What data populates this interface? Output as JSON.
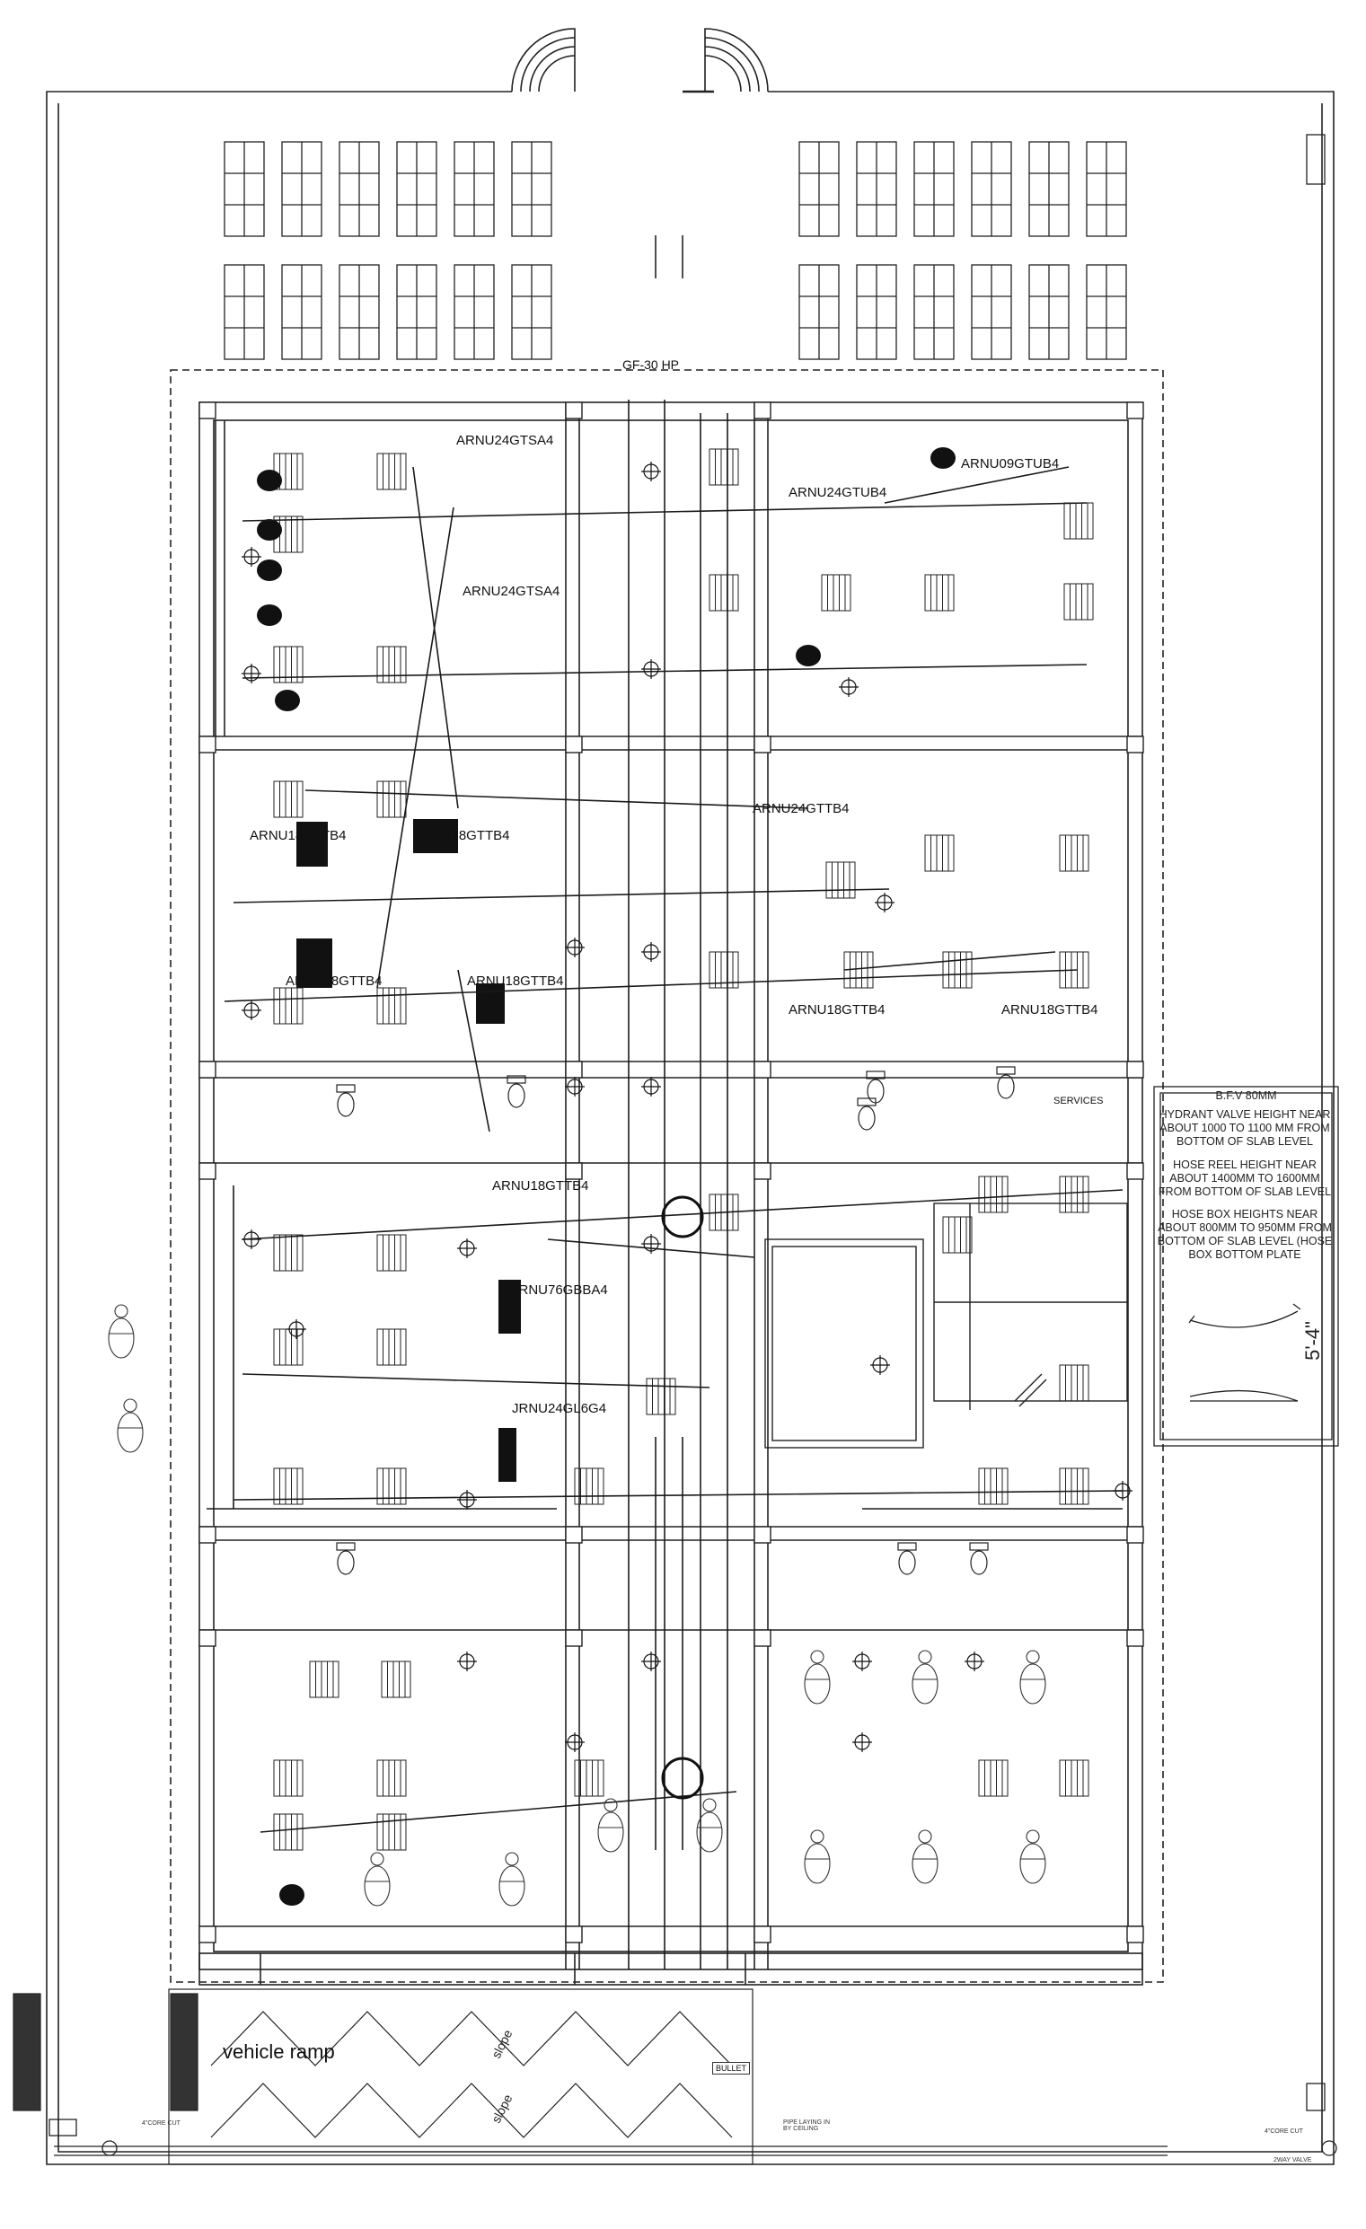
{
  "drawing": {
    "floor_tag": "GF-30 HP",
    "vehicle_ramp": "vehicle ramp",
    "slope_1": "slope",
    "slope_2": "slope",
    "services": "SERVICES",
    "bullet_tag": "BULLET",
    "core_cut_left": "4\"CORE CUT",
    "core_cut_right": "4\"CORE CUT",
    "two_way_valve": "2WAY VALVE",
    "pipe_note": "PIPE LAYING IN BY CEILING"
  },
  "unit_labels": [
    "ARNU24GTSA4",
    "ARNU24GTUB4",
    "ARNU09GTUB4",
    "ARNU24GTSA4",
    "ARNU18GTTB4",
    "ARNU18GTTB4",
    "ARNU24GTTB4",
    "ARNU18GTTB4",
    "ARNU18GTTB4",
    "ARNU18GTTB4",
    "ARNU18GTTB4",
    "ARNU18GTTB4",
    "JRNU76GBBA4",
    "JRNU24GL6G4"
  ],
  "legend_box": {
    "bfv": "B.F.V 80MM",
    "hydrant_note": "HYDRANT VALVE  HEIGHT NEAR ABOUT 1000 TO 1100 MM FROM BOTTOM OF SLAB LEVEL",
    "hose_reel_note": "HOSE REEL HEIGHT NEAR ABOUT 1400MM  TO 1600MM FROM BOTTOM OF SLAB LEVEL",
    "hose_box_note": "HOSE BOX HEIGHTS NEAR ABOUT 800MM TO 950MM FROM BOTTOM OF SLAB LEVEL (HOSE BOX BOTTOM PLATE",
    "dimension": "5'-4\""
  },
  "colors": {
    "line": "#1a1a1a",
    "fill_dark": "#111111",
    "paper": "#ffffff"
  }
}
